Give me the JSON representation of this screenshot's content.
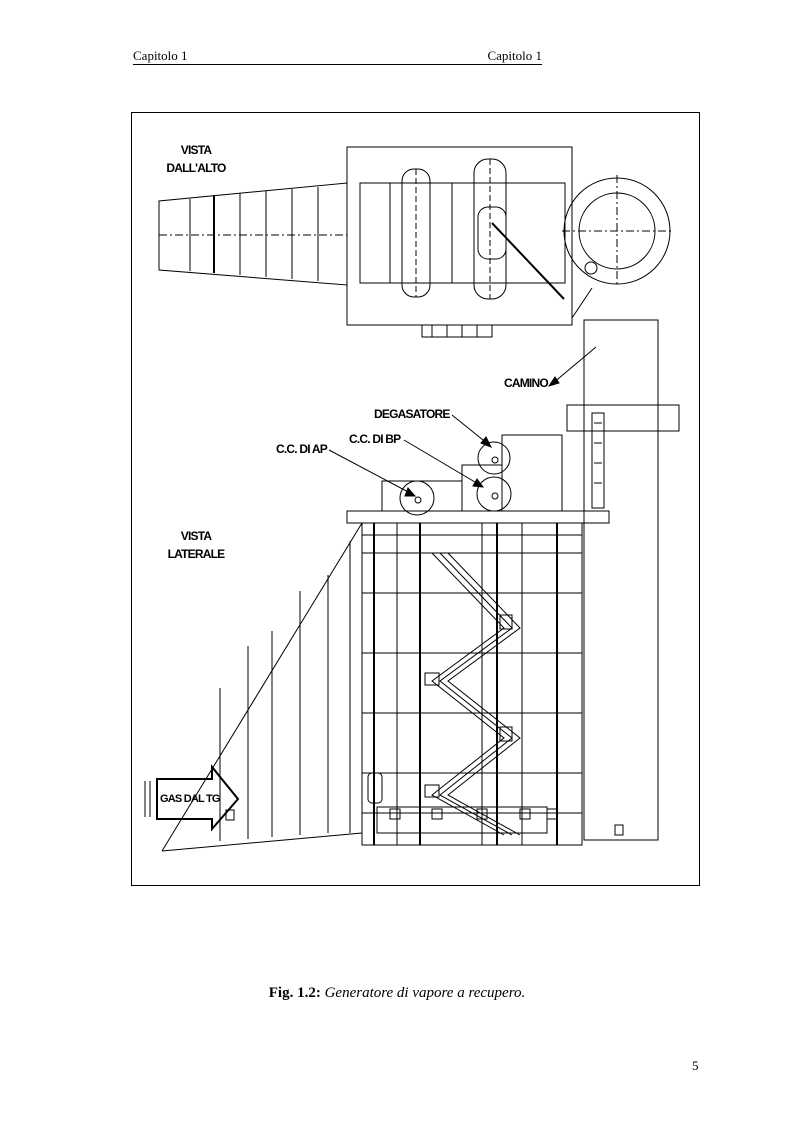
{
  "header": {
    "left": "Capitolo 1",
    "right": "Capitolo 1"
  },
  "figure": {
    "labels": {
      "top_view": [
        "VISTA",
        "DALL'ALTO"
      ],
      "side_view": [
        "VISTA",
        "LATERALE"
      ],
      "chimney": "CAMINO",
      "degasser": "DEGASATORE",
      "lp_drum": "C.C. DI BP",
      "hp_drum": "C.C. DI AP",
      "gas_inlet": "GAS DAL TG"
    }
  },
  "caption": {
    "number": "Fig. 1.2:",
    "text": "Generatore di vapore a recupero."
  },
  "page_number": "5"
}
